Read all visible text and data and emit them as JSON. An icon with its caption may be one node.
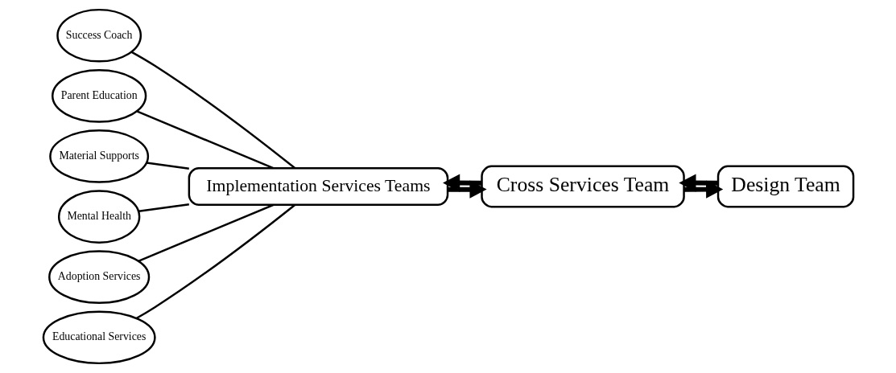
{
  "diagram": {
    "nodes": [
      {
        "text": [
          "Success Coach"
        ]
      },
      {
        "text": [
          "Parent Education"
        ]
      },
      {
        "text": [
          "Material Supports"
        ]
      },
      {
        "text": [
          "Mental Health"
        ]
      },
      {
        "text": [
          "Adoption Services"
        ]
      },
      {
        "text": [
          "Educational Services"
        ]
      },
      {
        "text": [
          "Implementation Services Teams"
        ]
      },
      {
        "text": [
          "Cross Services Team"
        ]
      },
      {
        "text": [
          "Design Team"
        ]
      }
    ],
    "edges": [
      {
        "from": 0,
        "to": 6,
        "arrow": "none"
      },
      {
        "from": 1,
        "to": 6,
        "arrow": "none"
      },
      {
        "from": 2,
        "to": 6,
        "arrow": "none"
      },
      {
        "from": 3,
        "to": 6,
        "arrow": "none"
      },
      {
        "from": 4,
        "to": 6,
        "arrow": "none"
      },
      {
        "from": 5,
        "to": 6,
        "arrow": "none"
      },
      {
        "from": 6,
        "to": 7,
        "arrow": "to",
        "style": "thick"
      },
      {
        "from": 7,
        "to": 6,
        "arrow": "to",
        "style": "thick"
      },
      {
        "from": 7,
        "to": 8,
        "arrow": "to",
        "style": "thick"
      },
      {
        "from": 8,
        "to": 7,
        "arrow": "to",
        "style": "thick"
      }
    ]
  }
}
